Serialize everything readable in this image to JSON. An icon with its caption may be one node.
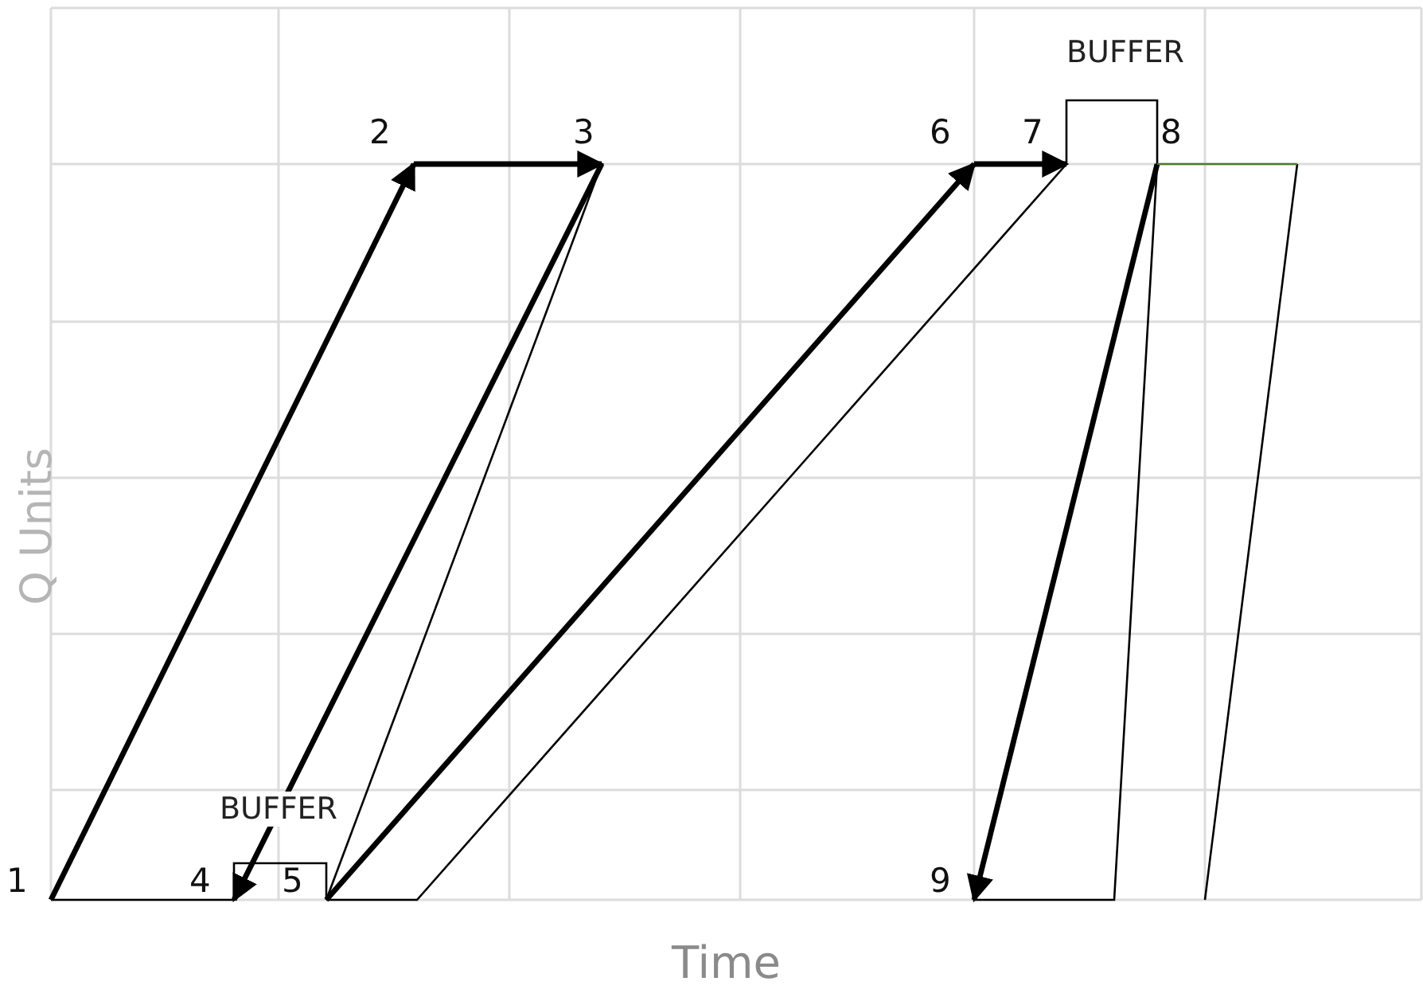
{
  "diagram": {
    "nodes": [
      {
        "text": [
          "1"
        ]
      },
      {
        "text": [
          "2"
        ]
      },
      {
        "text": [
          "3"
        ]
      },
      {
        "text": [
          "4"
        ]
      },
      {
        "text": [
          "5"
        ]
      },
      {
        "text": [
          "6"
        ]
      },
      {
        "text": [
          "7"
        ]
      },
      {
        "text": [
          "8"
        ]
      },
      {
        "text": [
          "9"
        ]
      }
    ],
    "edges": [
      {
        "from": 0,
        "to": 1,
        "arrow": "to",
        "style": "thick"
      },
      {
        "from": 1,
        "to": 2,
        "arrow": "to",
        "style": "thick"
      },
      {
        "from": 2,
        "to": 3,
        "arrow": "to",
        "style": "thick"
      },
      {
        "from": 2,
        "to": 4,
        "arrow": "none"
      },
      {
        "from": 0,
        "to": 3,
        "arrow": "none"
      },
      {
        "from": 3,
        "to": 4,
        "arrow": "none",
        "label": "BUFFER"
      },
      {
        "from": 4,
        "to": 5,
        "arrow": "to",
        "style": "thick"
      },
      {
        "from": 4,
        "to": 6,
        "arrow": "none"
      },
      {
        "from": 5,
        "to": 6,
        "arrow": "to",
        "style": "thick"
      },
      {
        "from": 6,
        "to": 7,
        "arrow": "none",
        "label": "BUFFER"
      },
      {
        "from": 7,
        "to": 8,
        "arrow": "to",
        "style": "thick"
      },
      {
        "from": 8,
        "to": 7,
        "arrow": "none"
      },
      {
        "from": 7,
        "to": null,
        "arrow": "none",
        "color": "#4e7a2e"
      }
    ],
    "labels": [
      "Q Units",
      "Time"
    ]
  }
}
